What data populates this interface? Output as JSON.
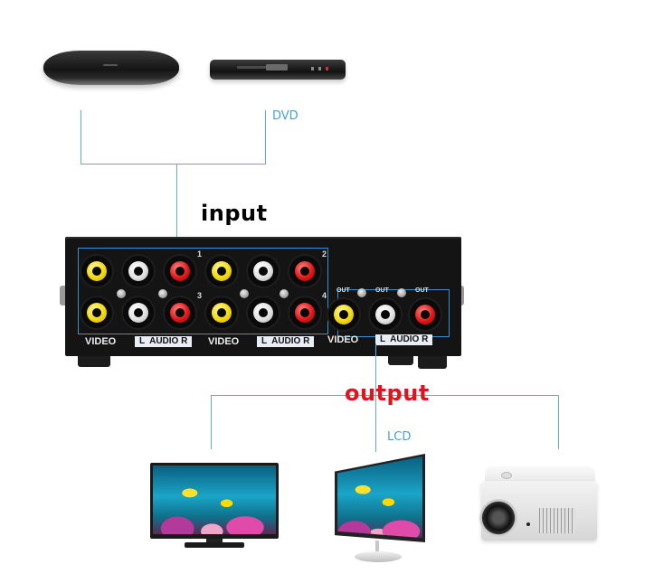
{
  "diagram": {
    "title": "AV switch connection diagram",
    "labels": {
      "input": "input",
      "output": "output",
      "dvd": "DVD",
      "lcd": "LCD"
    },
    "colors": {
      "connector_line": "#5aaee0",
      "device_label": "#4a9fd8",
      "input_label": "#000000",
      "output_label": "#e0141e",
      "video_jack": "#f2d90f",
      "audio_left_jack": "#e2e2e2",
      "audio_right_jack": "#e01818"
    },
    "input_devices": [
      {
        "name": "set-top-box",
        "label": ""
      },
      {
        "name": "dvd-player",
        "label": "DVD"
      }
    ],
    "output_devices": [
      {
        "name": "tv",
        "label": ""
      },
      {
        "name": "lcd-monitor",
        "label": "LCD"
      },
      {
        "name": "projector",
        "label": ""
      }
    ],
    "switch_box": {
      "input_numbers": [
        "1",
        "2",
        "3",
        "4"
      ],
      "out_labels": [
        "OUT",
        "OUT",
        "OUT"
      ],
      "video_label": "VIDEO",
      "audio_label": "L  AUDIO R"
    }
  }
}
